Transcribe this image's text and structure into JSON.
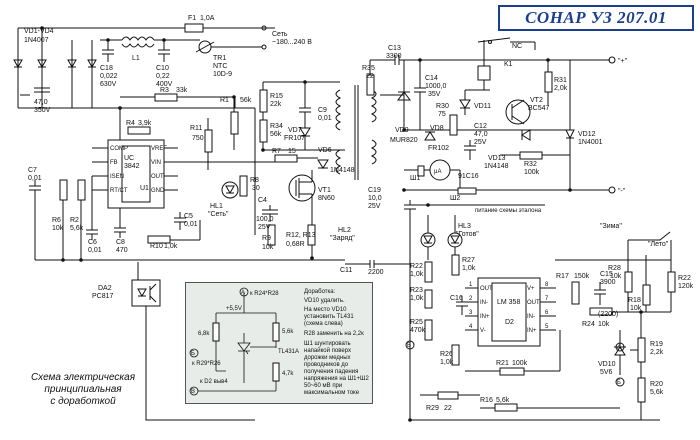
{
  "title": "СОНАР УЗ 207.01",
  "caption": [
    "Схема электрическая",
    "принципиальная",
    "с доработкой"
  ],
  "labels": {
    "vd1": "VD1-VD4",
    "vd1_val": "1N4007",
    "f1": "F1",
    "f1_val": "1,0A",
    "mains": "Сеть",
    "mains_val": "~180...240 В",
    "tr1": "TR1",
    "tr1_val1": "NTC",
    "tr1_val2": "10D-9",
    "c18": "C18",
    "c18_v1": "0,022",
    "c18_v2": "630V",
    "l1": "L1",
    "c10": "C10",
    "c10_v1": "0,22",
    "c10_v2": "400V",
    "c_bulk1": "47,0",
    "c_bulk2": "350V",
    "r3": "R3",
    "r3_v": "33k",
    "r1": "R1",
    "r1_v": "56k",
    "r4": "R4",
    "r4_v": "3,9k",
    "r11": "R11",
    "r11_v": "750",
    "r15": "R15",
    "r15_v": "22k",
    "c9": "C9",
    "c9_v": "0,01",
    "r34": "R34",
    "r34_v": "56k",
    "vd7": "VD7",
    "vd7_v": "FR107",
    "vd6": "VD6",
    "vd6_v": "1N4148",
    "r7": "R7",
    "r7_v": "15",
    "r8": "R8",
    "r8_v": "30",
    "vt1": "VT1",
    "vt1_v": "8N60",
    "c4": "C4",
    "c4_v1": "100,0",
    "c4_v2": "25V",
    "r9": "R9",
    "r9_v": "10k",
    "r12": "R12, R13",
    "r12_v": "0,68R",
    "c5": "C5",
    "c5_v": "0,01",
    "hl1": "HL1",
    "hl1_v": "\"Сеть\"",
    "c7": "C7",
    "c7_v": "0,01",
    "r6": "R6",
    "r6_v": "10k",
    "r2": "R2",
    "r2_v": "5,6k",
    "c6": "C6",
    "c6_v": "0,01",
    "c8": "C8",
    "c8_v": "470",
    "r10": "R10",
    "r10_v": "1,0k",
    "u1": "U1",
    "u1_name1": "UC",
    "u1_name2": "3842",
    "u1_pins": [
      "COMP",
      "FB",
      "ISEN",
      "RT/CT",
      "VREF",
      "VIN",
      "OUT",
      "GND"
    ],
    "da2": "DA2",
    "da2_v": "PC817",
    "r35": "R35",
    "r35_v": "22",
    "c13": "C13",
    "c13_v": "3300",
    "c14": "C14",
    "c14_v1": "1000,0",
    "c14_v2": "35V",
    "vd9": "VD9",
    "vd9_v": "MUR820",
    "r30": "R30",
    "r30_v": "75",
    "vd8": "VD8",
    "vd8_v": "FR102",
    "c12": "C12",
    "c12_v1": "47,0",
    "c12_v2": "25V",
    "vd11": "VD11",
    "k1": "K1",
    "nc": "NC",
    "r31": "R31",
    "r31_v": "2,0k",
    "vt2": "VT2",
    "vt2_v": "BC547",
    "vd13": "VD13",
    "vd13_v": "1N4148",
    "r32": "R32",
    "r32_v": "100k",
    "vd12": "VD12",
    "vd12_v": "1N4001",
    "plus": "\"+\"",
    "minus": "\"-\"",
    "sh1": "Ш1",
    "sh2": "Ш2",
    "ma": "μA",
    "meter_v": "91C16",
    "c19": "C19",
    "c19_v1": "10,0",
    "c19_v2": "25V",
    "power_line": "питание схемы эталона",
    "hl2": "HL2",
    "hl2_v": "\"Заряд\"",
    "hl3": "HL3",
    "hl3_v": "\"Готов\"",
    "c11": "C11",
    "c11_v": "2200",
    "r22": "R22",
    "r22_v": "1,0k",
    "r27": "R27",
    "r27_v": "1,0k",
    "r23": "R23",
    "r23_v": "1,0k",
    "c16": "C16",
    "r25": "R25",
    "r25_v": "470k",
    "r26": "R26",
    "r26_v": "1,0k",
    "d2": "D2",
    "d2_name": "LM 358",
    "d2_pins_l": [
      "OUT",
      "IN-",
      "IN+",
      "V-"
    ],
    "d2_pins_r": [
      "V+",
      "OUT",
      "IN-",
      "IN+"
    ],
    "r17": "R17",
    "r17_v": "150k",
    "c15": "C15",
    "c15_v1": "3900",
    "c15_v2": "(2200)",
    "r28": "R28",
    "r28_v": "10k",
    "r18": "R18",
    "r18_v": "10k",
    "r22b": "R22",
    "r22b_v": "120k",
    "zima": "\"Зима\"",
    "leto": "\"Лето\"",
    "r24": "R24",
    "r24_v": "10k",
    "r19": "R19",
    "r19_v": "2,2k",
    "vd10": "VD10",
    "vd10_v": "5V6",
    "r20": "R20",
    "r20_v": "5,6k",
    "r21": "R21",
    "r21_v": "100k",
    "r29": "R29",
    "r29_v": "22",
    "r16": "R16",
    "r16_v": "5,6k",
    "pin_nums": [
      "8",
      "7",
      "6",
      "5",
      "1",
      "2",
      "3",
      "4"
    ],
    "node_a": "А",
    "node_b": "Б",
    "node_v": "В"
  },
  "inset": {
    "notes": [
      "Доработка:",
      "VD10 удалить.",
      "На место VD10",
      "установить TL431",
      "(схема слева)",
      "R28 заменить на 2,2к",
      "Ш1 шунтировать",
      "напайкой поверх",
      "дорожки медных",
      "проводников до",
      "получения падения",
      "напряжения на Ш1+Ш2",
      "50~60 мВ при",
      "максимальном токе"
    ],
    "to_r24": "к R24*R28",
    "to_r29": "к R29*R26",
    "to_d2": "к D2 выв4",
    "vplus": "+5,5V",
    "r_68": "6,8k",
    "r_56": "5,6k",
    "r_47": "4,7k",
    "tl431": "TL431A"
  }
}
